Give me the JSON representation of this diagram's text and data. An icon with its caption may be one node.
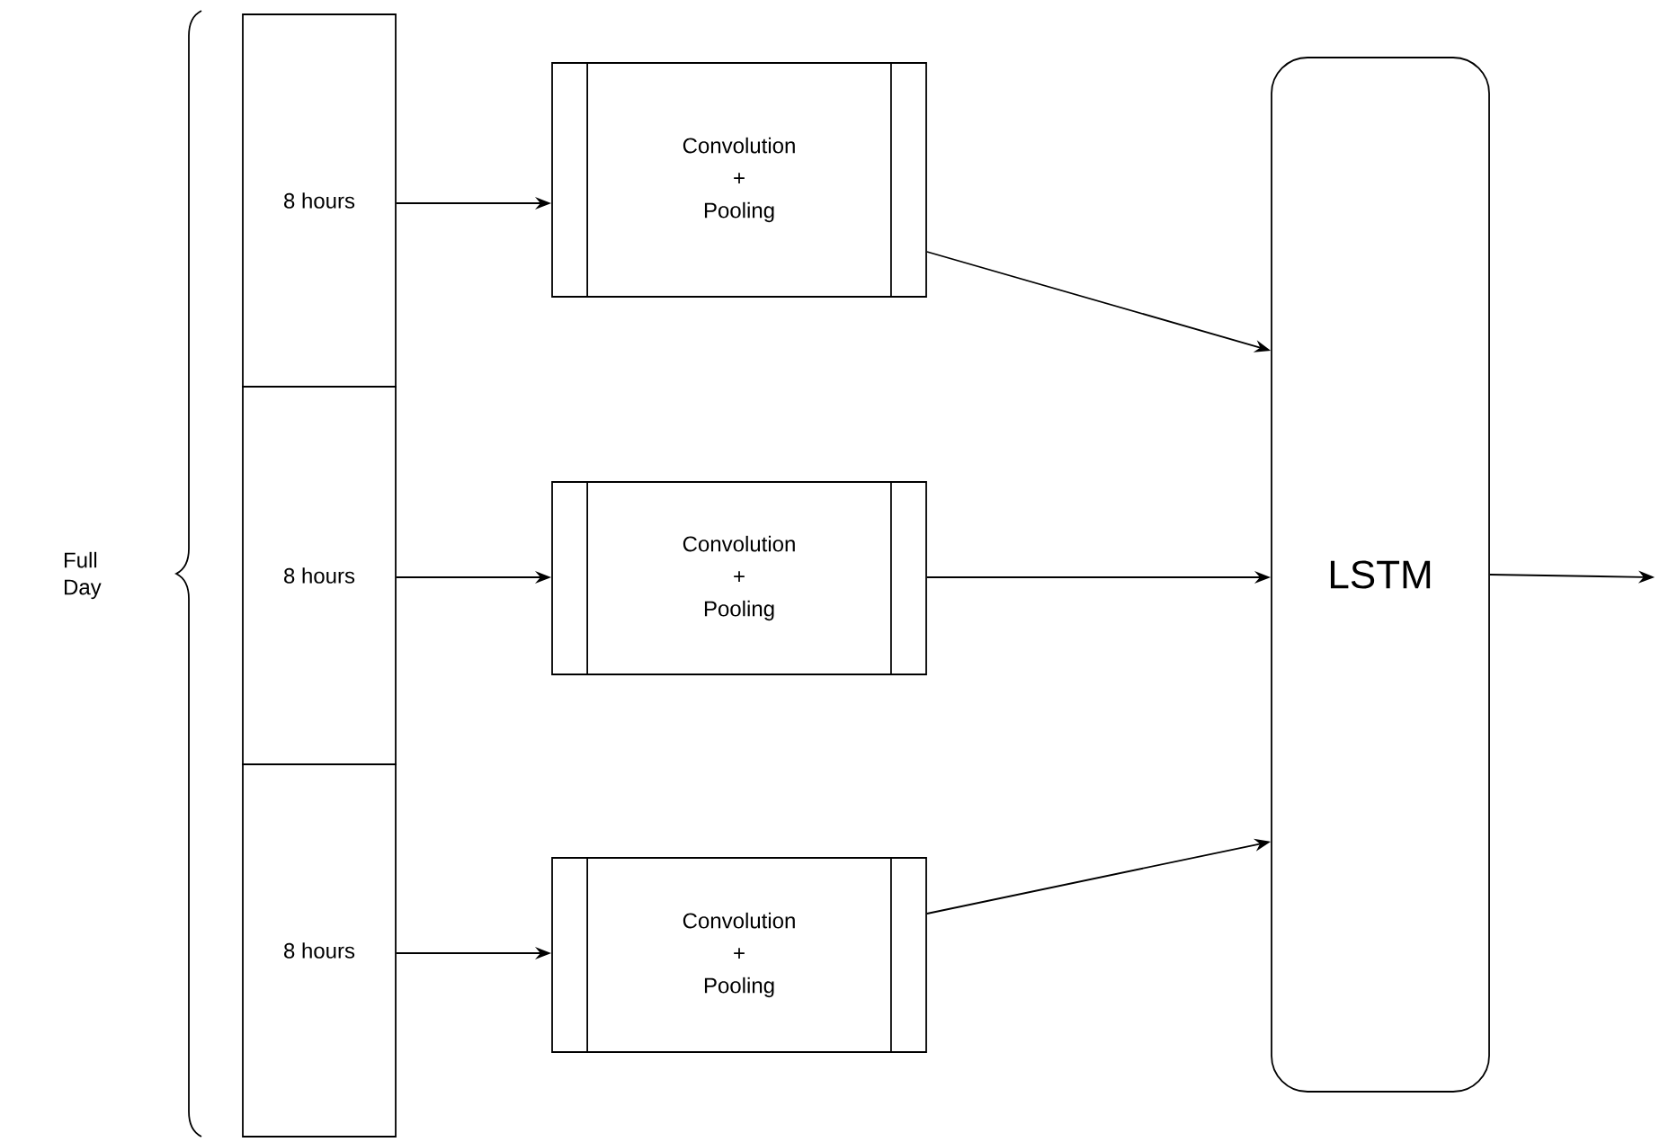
{
  "diagram": {
    "nodes": [
      {
        "text": [
          "8 hours"
        ]
      },
      {
        "text": [
          "8 hours"
        ]
      },
      {
        "text": [
          "8 hours"
        ]
      },
      {
        "text": [
          "Convolution + Pooling"
        ]
      },
      {
        "text": [
          "Convolution + Pooling"
        ]
      },
      {
        "text": [
          "Convolution + Pooling"
        ]
      },
      {
        "text": [
          "LSTM"
        ]
      }
    ],
    "edges": [
      {
        "from": 0,
        "to": 3,
        "arrow": "to"
      },
      {
        "from": 1,
        "to": 4,
        "arrow": "to"
      },
      {
        "from": 2,
        "to": 5,
        "arrow": "to"
      },
      {
        "from": 3,
        "to": 6,
        "arrow": "to"
      },
      {
        "from": 4,
        "to": 6,
        "arrow": "to"
      },
      {
        "from": 5,
        "to": 6,
        "arrow": "to"
      },
      {
        "from": 6,
        "to": null,
        "arrow": "to"
      }
    ],
    "labels": [
      "Full Day"
    ]
  }
}
